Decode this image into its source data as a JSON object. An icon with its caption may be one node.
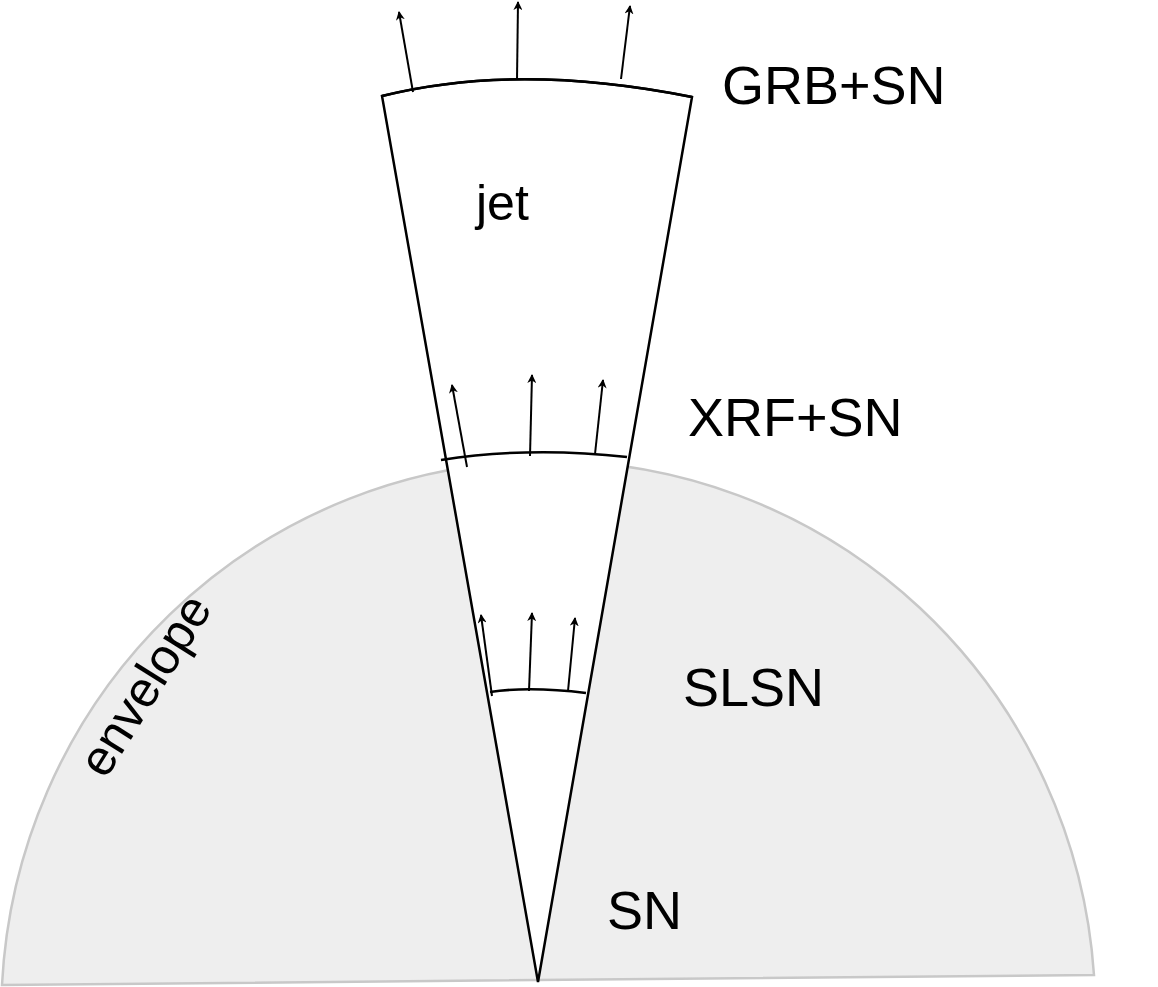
{
  "diagram": {
    "nodes": [
      {
        "text": [
          "jet"
        ]
      },
      {
        "text": [
          "envelope"
        ]
      }
    ],
    "labels": [
      "GRB+SN",
      "XRF+SN",
      "SLSN",
      "SN"
    ]
  }
}
